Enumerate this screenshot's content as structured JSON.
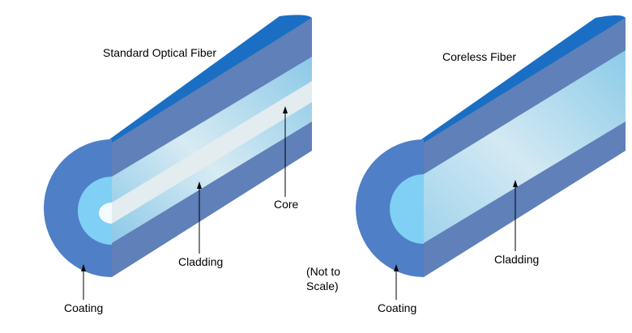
{
  "figures": [
    {
      "title": "Standard Optical Fiber",
      "labels": {
        "core": "Core",
        "cladding": "Cladding",
        "coating": "Coating"
      }
    },
    {
      "title": "Coreless Fiber",
      "labels": {
        "cladding": "Cladding",
        "coating": "Coating"
      }
    }
  ],
  "note": {
    "line1": "(Not to",
    "line2": "Scale)"
  },
  "colors": {
    "coating_face": "#4f7fc7",
    "coating_side": "#5f80b8",
    "coating_top": "#1a6fc4",
    "cladding_face": "#7fd0f4",
    "cladding_side": "#8fcbe6",
    "cladding_highlight": "#cde6f2",
    "core_face": "#f4fbff",
    "core_side": "#e3ecef"
  }
}
